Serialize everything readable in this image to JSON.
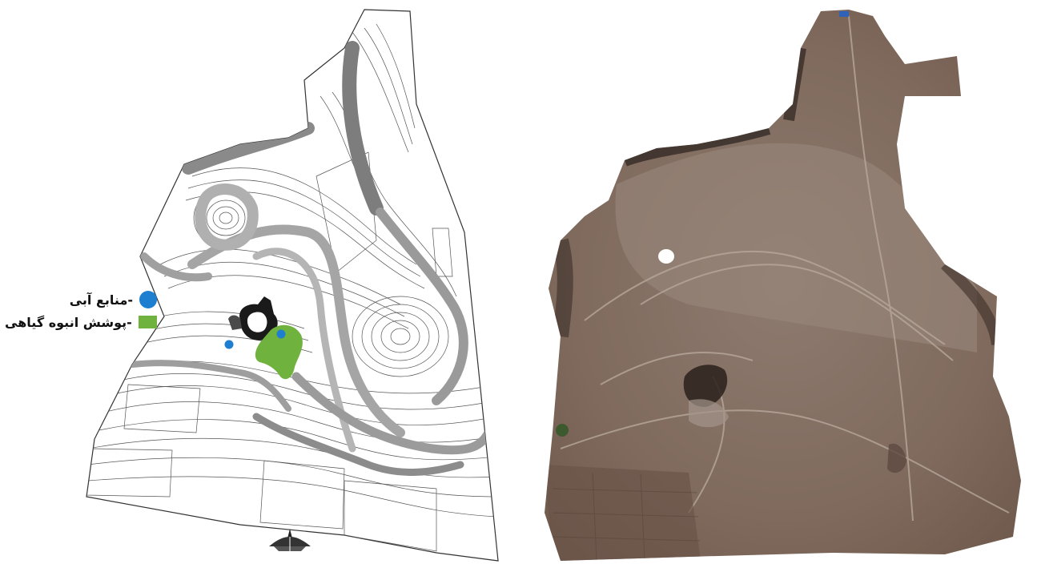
{
  "legend": {
    "items": [
      {
        "label": "-منابع آبی",
        "symbol": "circle",
        "color": "#1e7fd1"
      },
      {
        "label": "-پوشش انبوه گیاهی",
        "symbol": "rect",
        "color": "#6fb23d"
      }
    ]
  },
  "colors": {
    "contour": "#555555",
    "relief": "#9a9a9a",
    "water": "#1e7fd1",
    "vegetation": "#6fb23d",
    "terrain": "#8a7466"
  },
  "icons": {
    "north_arrow": "north-arrow-icon"
  }
}
